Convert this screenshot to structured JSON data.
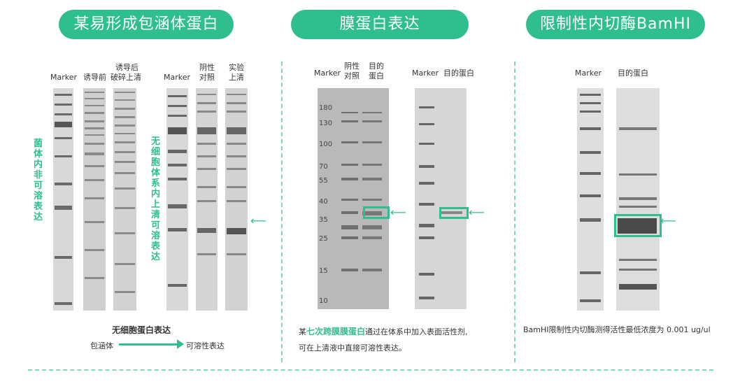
{
  "panels": {
    "left": {
      "title": "某易形成包涵体蛋白",
      "labels": {
        "marker": "Marker",
        "before": "诱导前",
        "after_line1": "诱导后",
        "after_line2": "破碎上清",
        "marker2": "Marker",
        "neg_line1": "阴性",
        "neg_line2": "对照",
        "exp_line1": "实验",
        "exp_line2": "上清"
      },
      "vertical_left": "菌体内非可溶表达",
      "vertical_mid": "无细胞体系内上清可溶表达",
      "caption_title": "无细胞蛋白表达",
      "flow_from": "包涵体",
      "flow_to": "可溶性表达"
    },
    "middle": {
      "title": "膜蛋白表达",
      "labels": {
        "marker": "Marker",
        "neg_line1": "阴性",
        "neg_line2": "对照",
        "target_line1": "目的",
        "target_line2": "蛋白",
        "marker2": "Marker",
        "target2": "目的蛋白"
      },
      "mw": [
        "180",
        "130",
        "100",
        "70",
        "55",
        "40",
        "35",
        "25",
        "15",
        "10"
      ],
      "caption_prefix": "某",
      "caption_highlight": "七次跨膜膜蛋白",
      "caption_rest": "通过在体系中加入表面活性剂,",
      "caption_line2": "可在上清液中直接可溶性表达。"
    },
    "right": {
      "title": "限制性内切酶BamHI",
      "labels": {
        "marker": "Marker",
        "target": "目的蛋白"
      },
      "caption": "BamHI限制性内切酶测得活性最低浓度为 0.001 ug/ul"
    }
  },
  "colors": {
    "accent": "#2fbf8f",
    "gel_bg": "#d9d9d9",
    "band": "#555555"
  }
}
